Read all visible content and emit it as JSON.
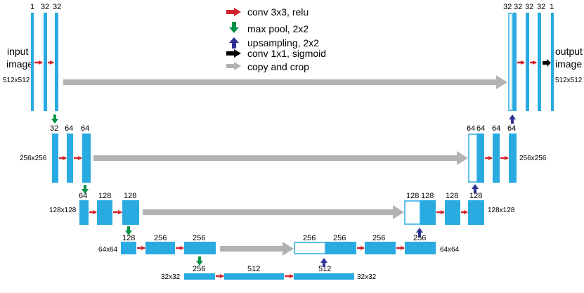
{
  "colors": {
    "block": "#29abe2",
    "block_outline": "#29abe2",
    "conv": "#d2232a",
    "pool": "#009245",
    "upsample": "#2e3192",
    "conv1x1": "#000000",
    "copy": "#b3b3b3"
  },
  "legend": {
    "conv": "conv 3x3, relu",
    "pool": "max pool, 2x2",
    "upsample": "upsampling, 2x2",
    "conv1x1": "conv 1x1, sigmoid",
    "copy": "copy and crop"
  },
  "input": {
    "line1": "input",
    "line2": "image",
    "size": "512x512"
  },
  "output": {
    "line1": "output",
    "line2": "image",
    "size": "512x512"
  },
  "levels": {
    "l1_size": "512x512",
    "l2_size": "256x256",
    "l3_size": "128x128",
    "l4_size": "64x64",
    "l5_size": "32x32"
  },
  "channels": {
    "enc1": [
      "1",
      "32",
      "32"
    ],
    "enc2": [
      "32",
      "64",
      "64"
    ],
    "enc3": [
      "64",
      "128",
      "128"
    ],
    "enc4": [
      "128",
      "256",
      "256"
    ],
    "bottom": [
      "256",
      "512",
      "512"
    ],
    "dec4": [
      "256",
      "256",
      "256",
      "256"
    ],
    "dec3": [
      "128",
      "128",
      "128",
      "128"
    ],
    "dec2": [
      "64",
      "64",
      "64",
      "64"
    ],
    "dec1": [
      "32",
      "32",
      "32",
      "32",
      "1"
    ]
  }
}
